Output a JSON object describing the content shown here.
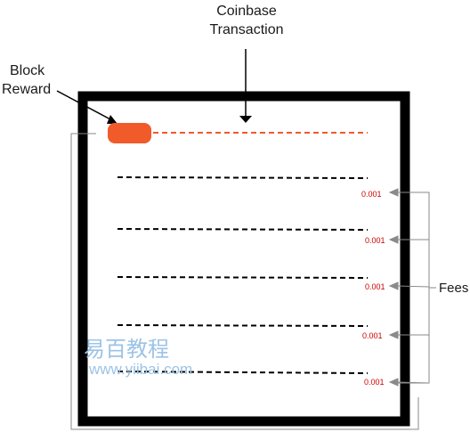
{
  "labels": {
    "coinbase_line1": "Coinbase",
    "coinbase_line2": "Transaction",
    "block_line1": "Block",
    "block_line2": "Reward",
    "fees": "Fees"
  },
  "fee_values": [
    "0.001",
    "0.001",
    "0.001",
    "0.001",
    "0.001"
  ],
  "watermark": {
    "chinese": "易百教程",
    "url": "www.yiibai.com"
  },
  "colors": {
    "block_border": "#000000",
    "coinbase_line": "#f15a29",
    "transaction_line": "#000000",
    "fee_text": "#cc0000",
    "connector": "#8a8a8a",
    "watermark": "#9cc3e6"
  }
}
